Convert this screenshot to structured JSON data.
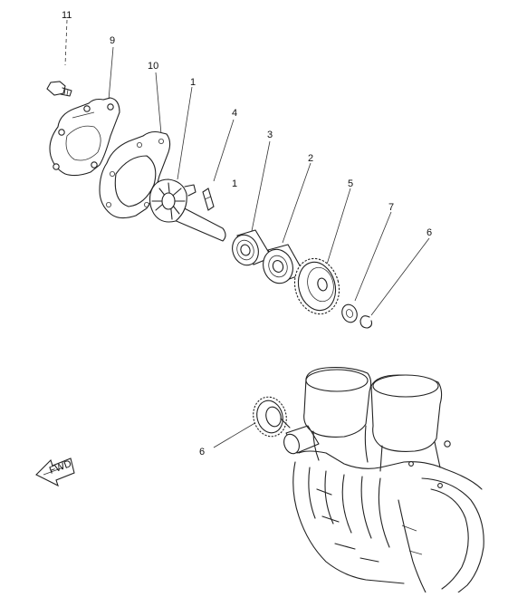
{
  "callouts": [
    {
      "id": "label-11",
      "text": "11"
    },
    {
      "id": "label-9",
      "text": "9"
    },
    {
      "id": "label-10",
      "text": "10"
    },
    {
      "id": "label-1-top",
      "text": "1"
    },
    {
      "id": "label-4",
      "text": "4"
    },
    {
      "id": "label-3",
      "text": "3"
    },
    {
      "id": "label-1-mid",
      "text": "1"
    },
    {
      "id": "label-2",
      "text": "2"
    },
    {
      "id": "label-5",
      "text": "5"
    },
    {
      "id": "label-7",
      "text": "7"
    },
    {
      "id": "label-6-right",
      "text": "6"
    },
    {
      "id": "label-6-left",
      "text": "6"
    }
  ],
  "front_arrow": {
    "text": "FWD"
  },
  "colors": {
    "ink": "#222222",
    "paper": "#ffffff"
  }
}
